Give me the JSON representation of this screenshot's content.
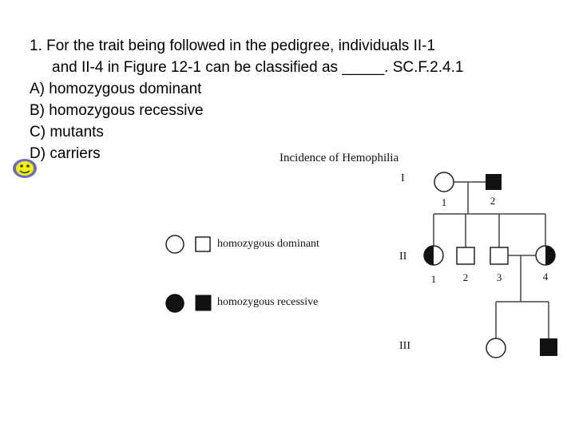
{
  "question": {
    "line1": "1.  For the trait being followed in the pedigree, individuals II-1",
    "line2": "and II-4 in Figure 12-1 can be classified as _____. SC.F.2.4.1",
    "options": [
      {
        "text": "A) homozygous dominant"
      },
      {
        "text": "B) homozygous recessive"
      },
      {
        "text": "C) mutants"
      },
      {
        "text": "D) carriers"
      }
    ],
    "marked_option": "D",
    "marker": "smiley-icon",
    "marker_color": "#6a6cc8",
    "marker_face_color": "#f2f200"
  },
  "figure": {
    "title": "Incidence of Hemophilia",
    "generations": [
      "I",
      "II",
      "III"
    ],
    "numbers": {
      "gen1": [
        "1",
        "2"
      ],
      "gen2": [
        "1",
        "2",
        "3",
        "4"
      ]
    },
    "legend": [
      {
        "label": "homozygous dominant",
        "fill": "open"
      },
      {
        "label": "homozygous recessive",
        "fill": "filled"
      }
    ]
  }
}
